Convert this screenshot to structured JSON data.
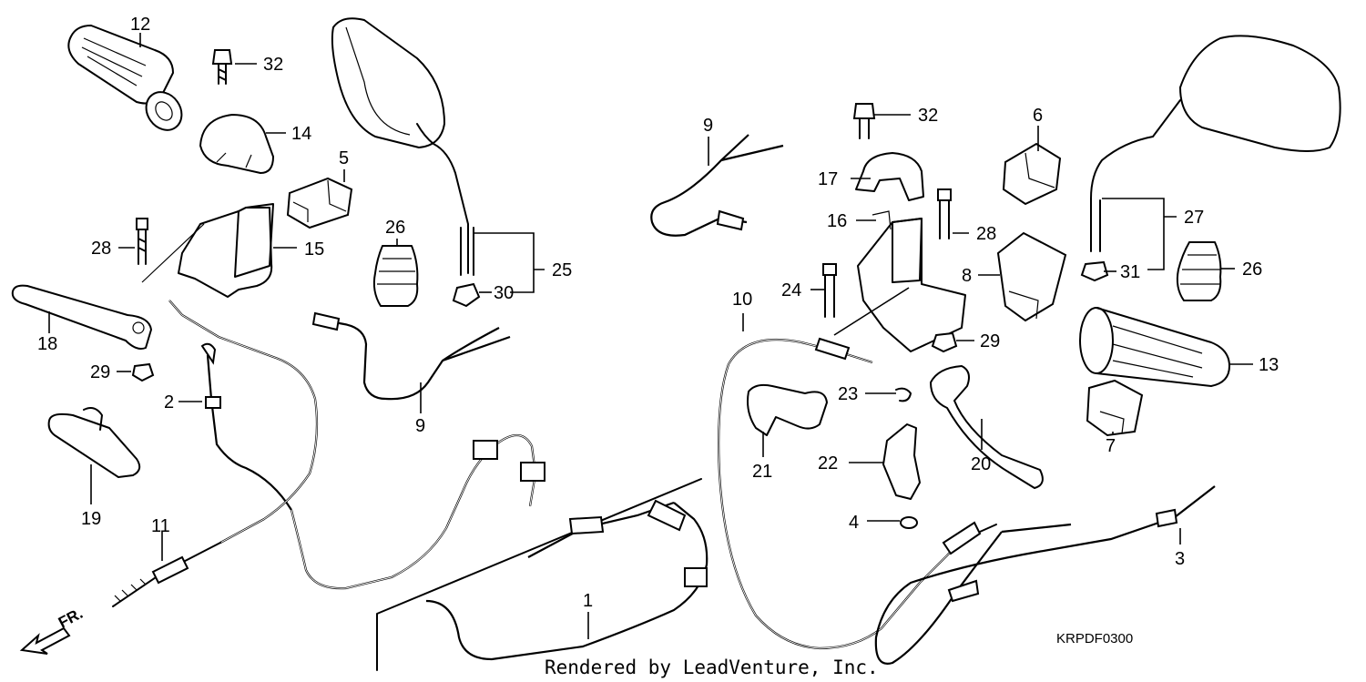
{
  "callouts": [
    "1",
    "2",
    "3",
    "4",
    "5",
    "6",
    "7",
    "8",
    "9",
    "10",
    "11",
    "12",
    "13",
    "14",
    "15",
    "16",
    "17",
    "18",
    "19",
    "20",
    "21",
    "22",
    "23",
    "24",
    "25",
    "26",
    "27",
    "28",
    "29",
    "30",
    "31",
    "32"
  ],
  "diagram_code": "KRPDF0300",
  "credit": "Rendered by LeadVenture, Inc.",
  "front_indicator": "FR."
}
